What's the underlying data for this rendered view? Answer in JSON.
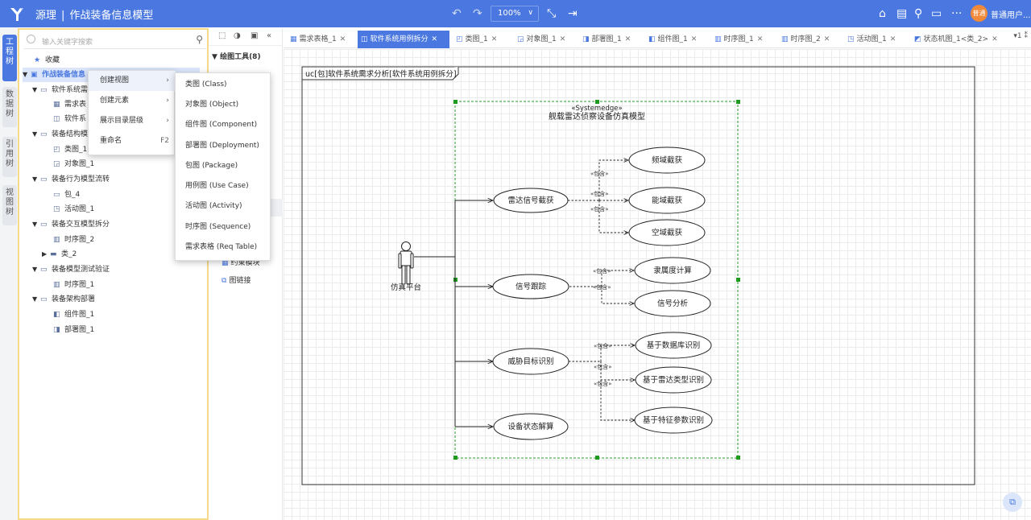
{
  "header": {
    "app_name": "源理",
    "separator": "|",
    "model_name": "作战装备信息模型",
    "zoom": "100%",
    "user_badge": "普通",
    "user_name": "普通用户..."
  },
  "left_tabs": [
    {
      "label": "工程树",
      "active": true
    },
    {
      "label": "数据树",
      "active": false
    },
    {
      "label": "引用树",
      "active": false
    },
    {
      "label": "视图树",
      "active": false
    }
  ],
  "tree": {
    "search_placeholder": "输入关键字搜索",
    "favorites": "收藏",
    "root": "作战装备信息",
    "items": [
      {
        "label": "软件系统需",
        "icon": "folder"
      },
      {
        "label": "需求表",
        "icon": "table"
      },
      {
        "label": "软件系",
        "icon": "usecase"
      },
      {
        "label": "装备结构模",
        "icon": "folder"
      },
      {
        "label": "类图_1",
        "icon": "class"
      },
      {
        "label": "对象图_1",
        "icon": "object"
      },
      {
        "label": "装备行为模型流转",
        "icon": "folder"
      },
      {
        "label": "包_4",
        "icon": "folder"
      },
      {
        "label": "活动图_1",
        "icon": "activity"
      },
      {
        "label": "装备交互模型拆分",
        "icon": "folder"
      },
      {
        "label": "时序图_2",
        "icon": "sequence"
      },
      {
        "label": "类_2",
        "icon": "classbox"
      },
      {
        "label": "装备模型测试验证",
        "icon": "folder"
      },
      {
        "label": "时序图_1",
        "icon": "sequence"
      },
      {
        "label": "装备架构部署",
        "icon": "folder"
      },
      {
        "label": "组件图_1",
        "icon": "component"
      },
      {
        "label": "部署图_1",
        "icon": "deployment"
      }
    ]
  },
  "context_menu": {
    "items": [
      {
        "label": "创建视图",
        "shortcut": "",
        "has_sub": true
      },
      {
        "label": "创建元素",
        "shortcut": "",
        "has_sub": true
      },
      {
        "label": "展示目录层级",
        "shortcut": "",
        "has_sub": true
      },
      {
        "label": "重命名",
        "shortcut": "F2",
        "has_sub": false
      }
    ],
    "submenu": [
      "类图 (Class)",
      "对象图 (Object)",
      "组件图 (Component)",
      "部署图 (Deployment)",
      "包图 (Package)",
      "用例图 (Use Case)",
      "活动图 (Activity)",
      "时序图 (Sequence)",
      "需求表格 (Req Table)"
    ]
  },
  "tools": {
    "title": "绘图工具(8)",
    "partial_item": "约束模块",
    "item": "图链接"
  },
  "tabs": [
    {
      "label": "需求表格_1",
      "active": false
    },
    {
      "label": "软件系统用例拆分",
      "active": true
    },
    {
      "label": "类图_1",
      "active": false
    },
    {
      "label": "对象图_1",
      "active": false
    },
    {
      "label": "部署图_1",
      "active": false
    },
    {
      "label": "组件图_1",
      "active": false
    },
    {
      "label": "时序图_1",
      "active": false
    },
    {
      "label": "时序图_2",
      "active": false
    },
    {
      "label": "活动图_1",
      "active": false
    },
    {
      "label": "状态机图_1<类_2>",
      "active": false
    }
  ],
  "tab_more": "▾1 ⁑",
  "diagram": {
    "frame_label": "uc[包]软件系统需求分析[软件系统用例拆分]",
    "system_stereotype": "«Systemedge»",
    "system_name": "舰载雷达侦察设备仿真模型",
    "actor": "仿真平台",
    "usecases_main": [
      "雷达信号截获",
      "信号跟踪",
      "威胁目标识别",
      "设备状态解算"
    ],
    "usecases_sub": [
      "频域截获",
      "能域截获",
      "空域截获",
      "隶属度计算",
      "信号分析",
      "基于数据库识别",
      "基于雷达类型识别",
      "基于特征参数识别"
    ],
    "include_label": "«包含»"
  },
  "colors": {
    "brand": "#4a78e0",
    "system_border": "#2e9a2e",
    "tree_border": "#f7d98a"
  }
}
